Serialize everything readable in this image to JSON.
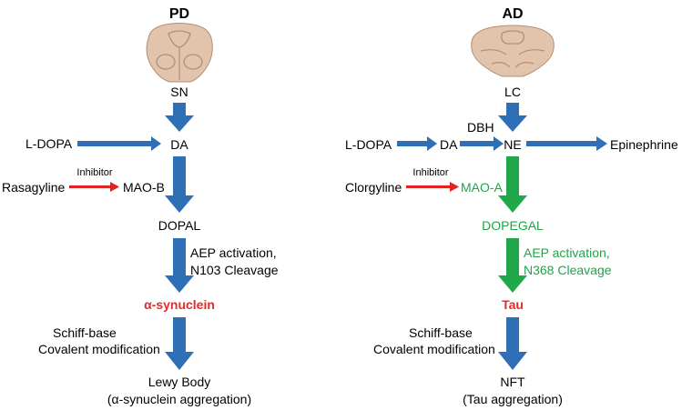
{
  "colors": {
    "blue_arrow": "#2f6fb5",
    "green_arrow": "#1fa74a",
    "red_arrow": "#e02424",
    "green_text": "#1ea54a",
    "red_text": "#e52a2a",
    "brain_fill": "#e2c4ad",
    "brain_stroke": "#b48e74"
  },
  "pd": {
    "title": "PD",
    "region": "SN",
    "ldopa": "L-DOPA",
    "da": "DA",
    "inhibitor": "Inhibitor",
    "drug": "Rasagyline",
    "enzyme": "MAO-B",
    "aldehyde": "DOPAL",
    "aep_line1": "AEP activation,",
    "aep_line2": "N103 Cleavage",
    "protein": "α-synuclein",
    "schiff_line1": "Schiff-base",
    "schiff_line2": "Covalent modification",
    "result_line1": "Lewy Body",
    "result_line2": "(α-synuclein aggregation)"
  },
  "ad": {
    "title": "AD",
    "region": "LC",
    "ldopa": "L-DOPA",
    "da": "DA",
    "dbh": "DBH",
    "ne": "NE",
    "epinephrine": "Epinephrine",
    "inhibitor": "Inhibitor",
    "drug": "Clorgyline",
    "enzyme": "MAO-A",
    "aldehyde": "DOPEGAL",
    "aep_line1": "AEP activation,",
    "aep_line2": "N368 Cleavage",
    "protein": "Tau",
    "schiff_line1": "Schiff-base",
    "schiff_line2": "Covalent modification",
    "result_line1": "NFT",
    "result_line2": "(Tau aggregation)"
  }
}
